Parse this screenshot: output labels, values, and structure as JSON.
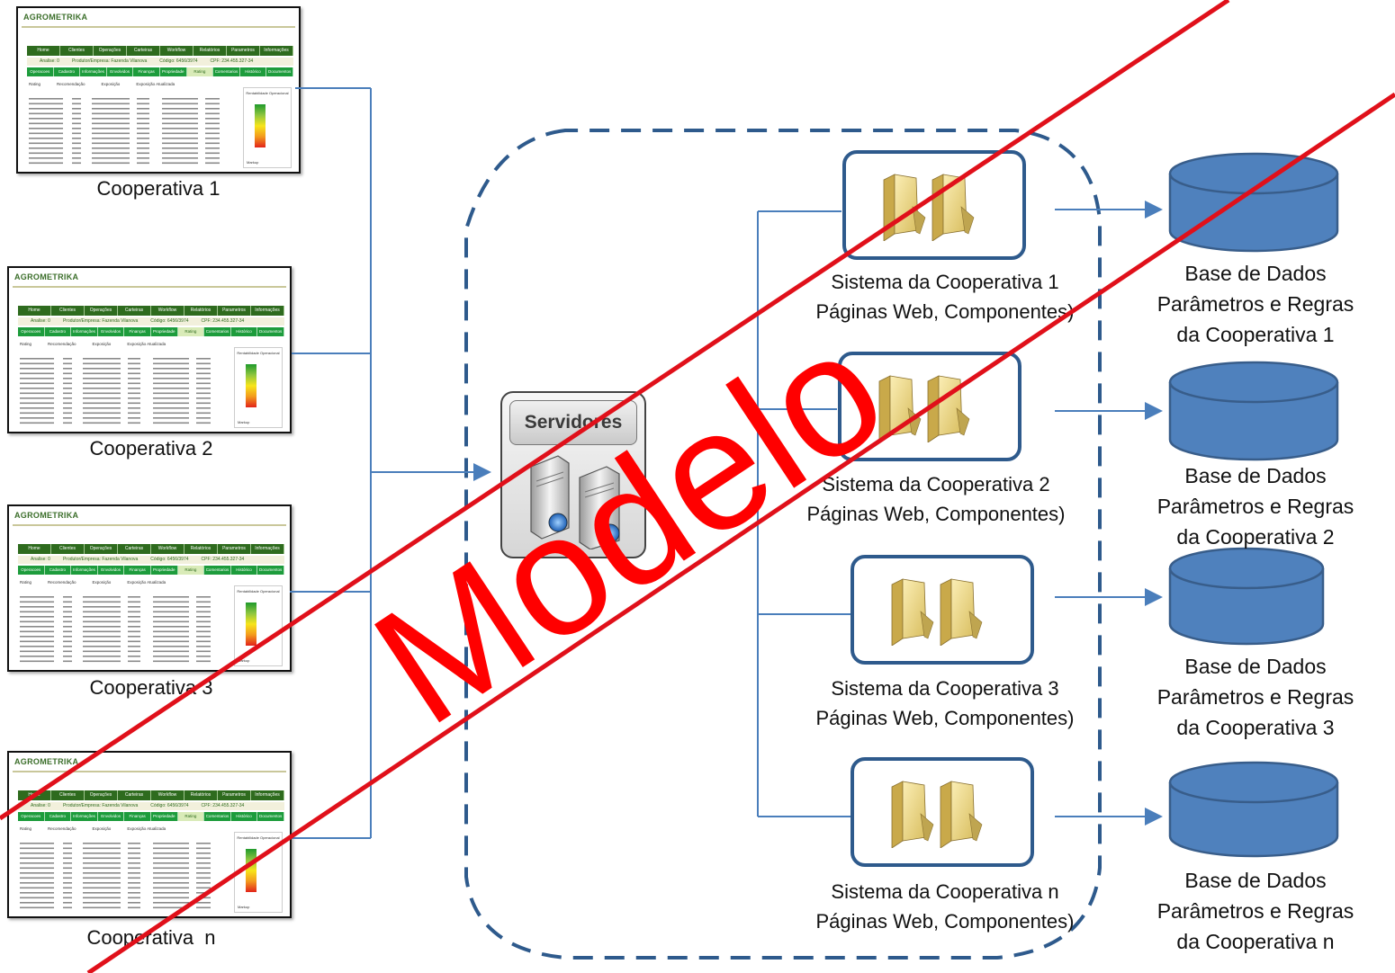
{
  "cooperatives": [
    {
      "caption": "Cooperativa 1"
    },
    {
      "caption": "Cooperativa 2"
    },
    {
      "caption": "Cooperativa 3"
    },
    {
      "caption": "Cooperativa  n"
    }
  ],
  "thumbnail": {
    "logo": "AGROMETRIKA",
    "top_nav": [
      "Home",
      "Clientes",
      "Operações",
      "Carteiras",
      "Workflow",
      "Relatórios",
      "Parametros",
      "Informações"
    ],
    "info": {
      "analise": "Analise: 0",
      "produtor": "Produtor/Empresa: Fazenda Vilanova",
      "codigo": "Código: 6456/3974",
      "cpf": "CPF: 234.455.327-34"
    },
    "sub_nav": [
      "Operacoes",
      "Cadastro",
      "Informações",
      "Envolvidos",
      "Finanças",
      "Propriedade",
      "Rating",
      "Comentarios",
      "Histórico",
      "Documentos"
    ],
    "active_sub": "Rating",
    "rating_row": [
      "Rating",
      "Recomendação",
      "Exposição",
      "Exposição Atualizada"
    ],
    "panel_title": "Rentabilidade Operacional",
    "panel_foot": "Markup"
  },
  "server": {
    "label": "Servidores"
  },
  "systems": [
    {
      "line1": "Sistema da Cooperativa 1",
      "line2": "Páginas Web, Componentes)"
    },
    {
      "line1": "Sistema da Cooperativa 2",
      "line2": "Páginas Web, Componentes)"
    },
    {
      "line1": "Sistema da Cooperativa 3",
      "line2": "Páginas Web, Componentes)"
    },
    {
      "line1": "Sistema da Cooperativa n",
      "line2": "Páginas Web, Componentes)"
    }
  ],
  "databases": [
    {
      "line1": "Base de Dados",
      "line2": "Parâmetros e Regras",
      "line3": "da Cooperativa 1"
    },
    {
      "line1": "Base de Dados",
      "line2": "Parâmetros e Regras",
      "line3": "da Cooperativa 2"
    },
    {
      "line1": "Base de Dados",
      "line2": "Parâmetros e Regras",
      "line3": "da Cooperativa 3"
    },
    {
      "line1": "Base de Dados",
      "line2": "Parâmetros e Regras",
      "line3": "da Cooperativa n"
    }
  ],
  "watermark": {
    "text": "Modelo",
    "color": "#ff0000"
  },
  "colors": {
    "connector": "#4a7ebb",
    "box_border": "#2e5a8c",
    "db_fill": "#4f81bd",
    "db_stroke": "#385d8a",
    "dashed": "#2e5a8c"
  }
}
